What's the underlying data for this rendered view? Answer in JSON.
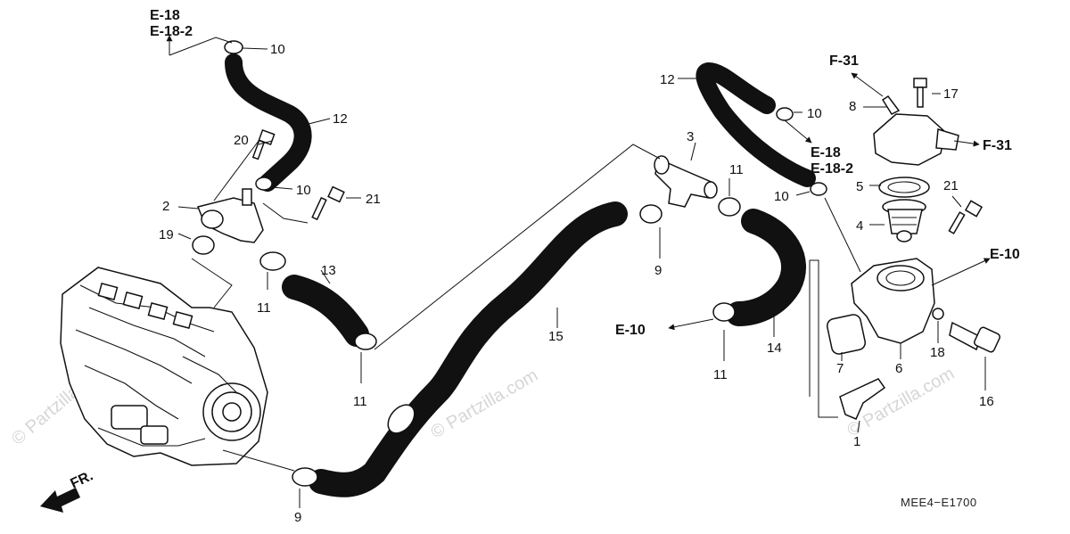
{
  "diagram_code": "MEE4−E1700",
  "watermark": "© Partzilla.com",
  "front_marker": "FR.",
  "ref_labels": {
    "e18_top": "E-18",
    "e182_top": "E-18-2",
    "e18_right": "E-18",
    "e182_right": "E-18-2",
    "f31_top": "F-31",
    "f31_right": "F-31",
    "e10_left": "E-10",
    "e10_right": "E-10"
  },
  "callouts": {
    "p1": "1",
    "p2": "2",
    "p3": "3",
    "p4": "4",
    "p5": "5",
    "p6": "6",
    "p7": "7",
    "p8": "8",
    "p9_a": "9",
    "p9_b": "9",
    "p10_a": "10",
    "p10_b": "10",
    "p10_c": "10",
    "p10_d": "10",
    "p11_a": "11",
    "p11_b": "11",
    "p11_c": "11",
    "p11_d": "11",
    "p12_a": "12",
    "p12_b": "12",
    "p13": "13",
    "p14": "14",
    "p15": "15",
    "p16": "16",
    "p17": "17",
    "p18": "18",
    "p19": "19",
    "p20": "20",
    "p21_a": "21",
    "p21_b": "21"
  }
}
